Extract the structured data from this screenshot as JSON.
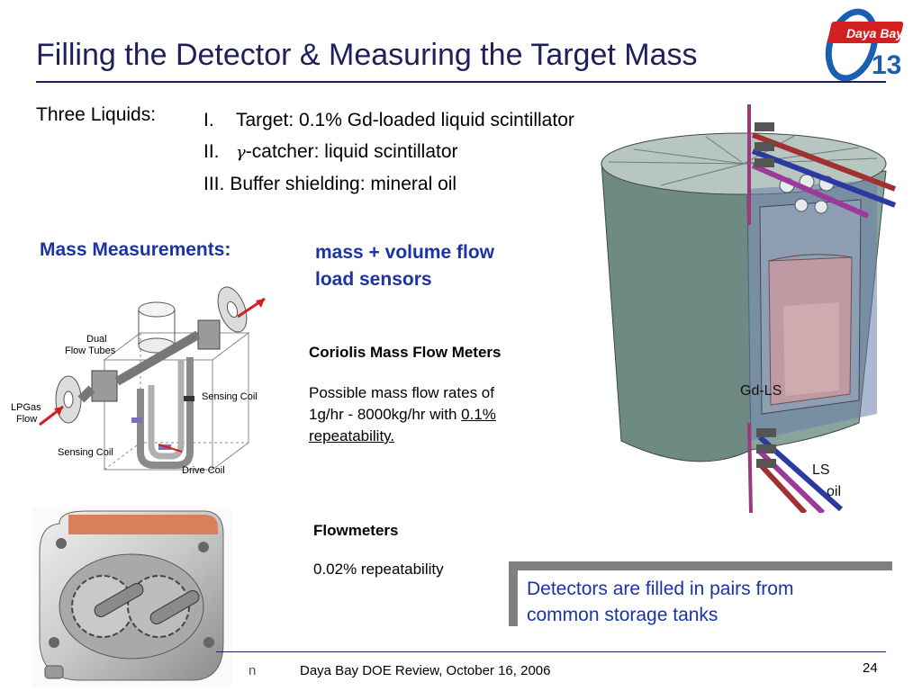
{
  "slide": {
    "title": "Filling the Detector & Measuring the Target Mass",
    "logo_text": "Daya Bay",
    "logo_sub": "13",
    "three_liquids_label": "Three Liquids:",
    "liquids": [
      {
        "num": "I.",
        "text": "Target: 0.1% Gd-loaded liquid scintillator"
      },
      {
        "num": "II.",
        "greek": "γ",
        "text": "-catcher: liquid scintillator"
      },
      {
        "num": "III.",
        "text": "Buffer shielding: mineral oil"
      }
    ],
    "mass_label": "Mass Measurements:",
    "mass_value_line1": "mass + volume flow",
    "mass_value_line2": "load sensors",
    "coriolis_heading": "Coriolis Mass Flow Meters",
    "coriolis_text_1": "Possible mass flow rates of",
    "coriolis_text_2": "1g/hr - 8000kg/hr with ",
    "coriolis_text_3": "0.1%",
    "coriolis_text_4": "repeatability.",
    "flowmeters_heading": "Flowmeters",
    "flowmeters_text": "0.02% repeatability",
    "callout_line1": "Detectors are filled in pairs from",
    "callout_line2": "common storage tanks",
    "footer_fragment": "n",
    "footer": "Daya Bay DOE Review, October  16, 2006",
    "page_number": "24"
  },
  "coriolis_diagram": {
    "dual_flow_tubes_1": "Dual",
    "dual_flow_tubes_2": "Flow Tubes",
    "lpgas_1": "LPGas",
    "lpgas_2": "Flow",
    "sensing_coil_right": "Sensing Coil",
    "sensing_coil_left": "Sensing Coil",
    "drive_coil": "Drive Coil"
  },
  "detector_labels": {
    "gd_ls": "Gd-LS",
    "ls": "LS",
    "oil": "oil"
  },
  "colors": {
    "title": "#1f1f5c",
    "accent_blue": "#1a34a6",
    "callout_shadow": "#808080"
  }
}
